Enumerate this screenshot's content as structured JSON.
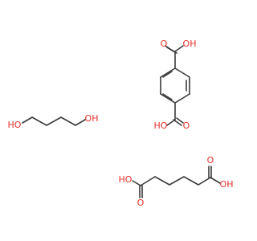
{
  "colors": {
    "bond": "#3b3b3b",
    "oxygen": "#e8302a",
    "background": "#ffffff"
  },
  "molecules": {
    "terephthalic_acid": {
      "top_O": "O",
      "top_OH": "OH",
      "bottom_O": "O",
      "bottom_HO": "HO"
    },
    "butanediol": {
      "left_HO": "HO",
      "right_OH": "OH"
    },
    "adipic_acid": {
      "left_O": "O",
      "left_HO": "HO",
      "right_O": "O",
      "right_OH": "OH"
    }
  }
}
